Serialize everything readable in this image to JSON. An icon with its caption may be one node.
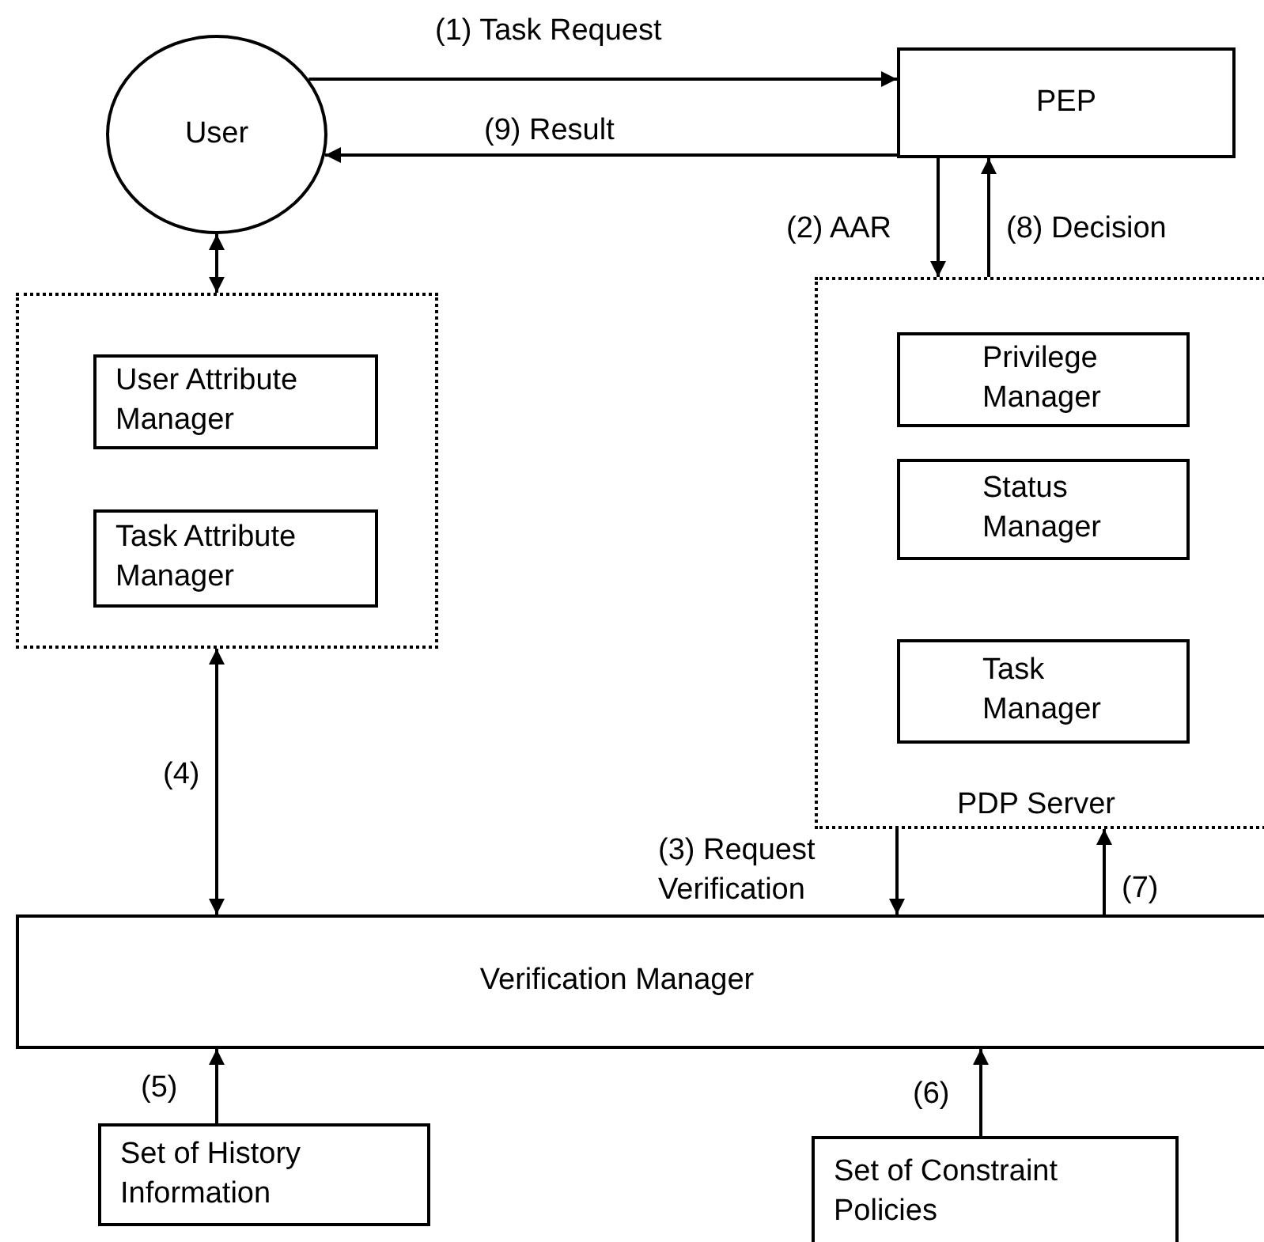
{
  "diagram": {
    "nodes": [
      {
        "text": [
          "User"
        ]
      },
      {
        "text": [
          "PEP"
        ]
      },
      {
        "text": [],
        "shape": "box"
      },
      {
        "text": [
          "User Attribute Manager"
        ],
        "in": 2
      },
      {
        "text": [
          "Task Attribute Manager"
        ],
        "in": 2
      },
      {
        "text": [
          "PDP Server"
        ]
      },
      {
        "text": [
          "Privilege Manager"
        ],
        "in": 5
      },
      {
        "text": [
          "Status Manager"
        ],
        "in": 5
      },
      {
        "text": [
          "Task Manager"
        ],
        "in": 5
      },
      {
        "text": [
          "Verification Manager"
        ]
      },
      {
        "text": [
          "Set of History Information"
        ]
      },
      {
        "text": [
          "Set of Constraint Policies"
        ]
      }
    ],
    "edges": [
      {
        "from": 0,
        "to": 1,
        "arrow": "to",
        "label": "(1) Task Request"
      },
      {
        "from": 1,
        "to": 0,
        "arrow": "to",
        "label": "(9) Result"
      },
      {
        "from": 0,
        "to": 2,
        "arrow": "both"
      },
      {
        "from": 1,
        "to": 5,
        "arrow": "to",
        "label": "(2) AAR"
      },
      {
        "from": 5,
        "to": 1,
        "arrow": "to",
        "label": "(8) Decision"
      },
      {
        "from": 2,
        "to": 9,
        "arrow": "both",
        "label": "(4)"
      },
      {
        "from": 5,
        "to": 9,
        "arrow": "to",
        "label": "(3) Request Verification"
      },
      {
        "from": 9,
        "to": 5,
        "arrow": "to",
        "label": "(7)"
      },
      {
        "from": 10,
        "to": 9,
        "arrow": "to",
        "label": "(5)"
      },
      {
        "from": 11,
        "to": 9,
        "arrow": "to",
        "label": "(6)"
      }
    ]
  }
}
